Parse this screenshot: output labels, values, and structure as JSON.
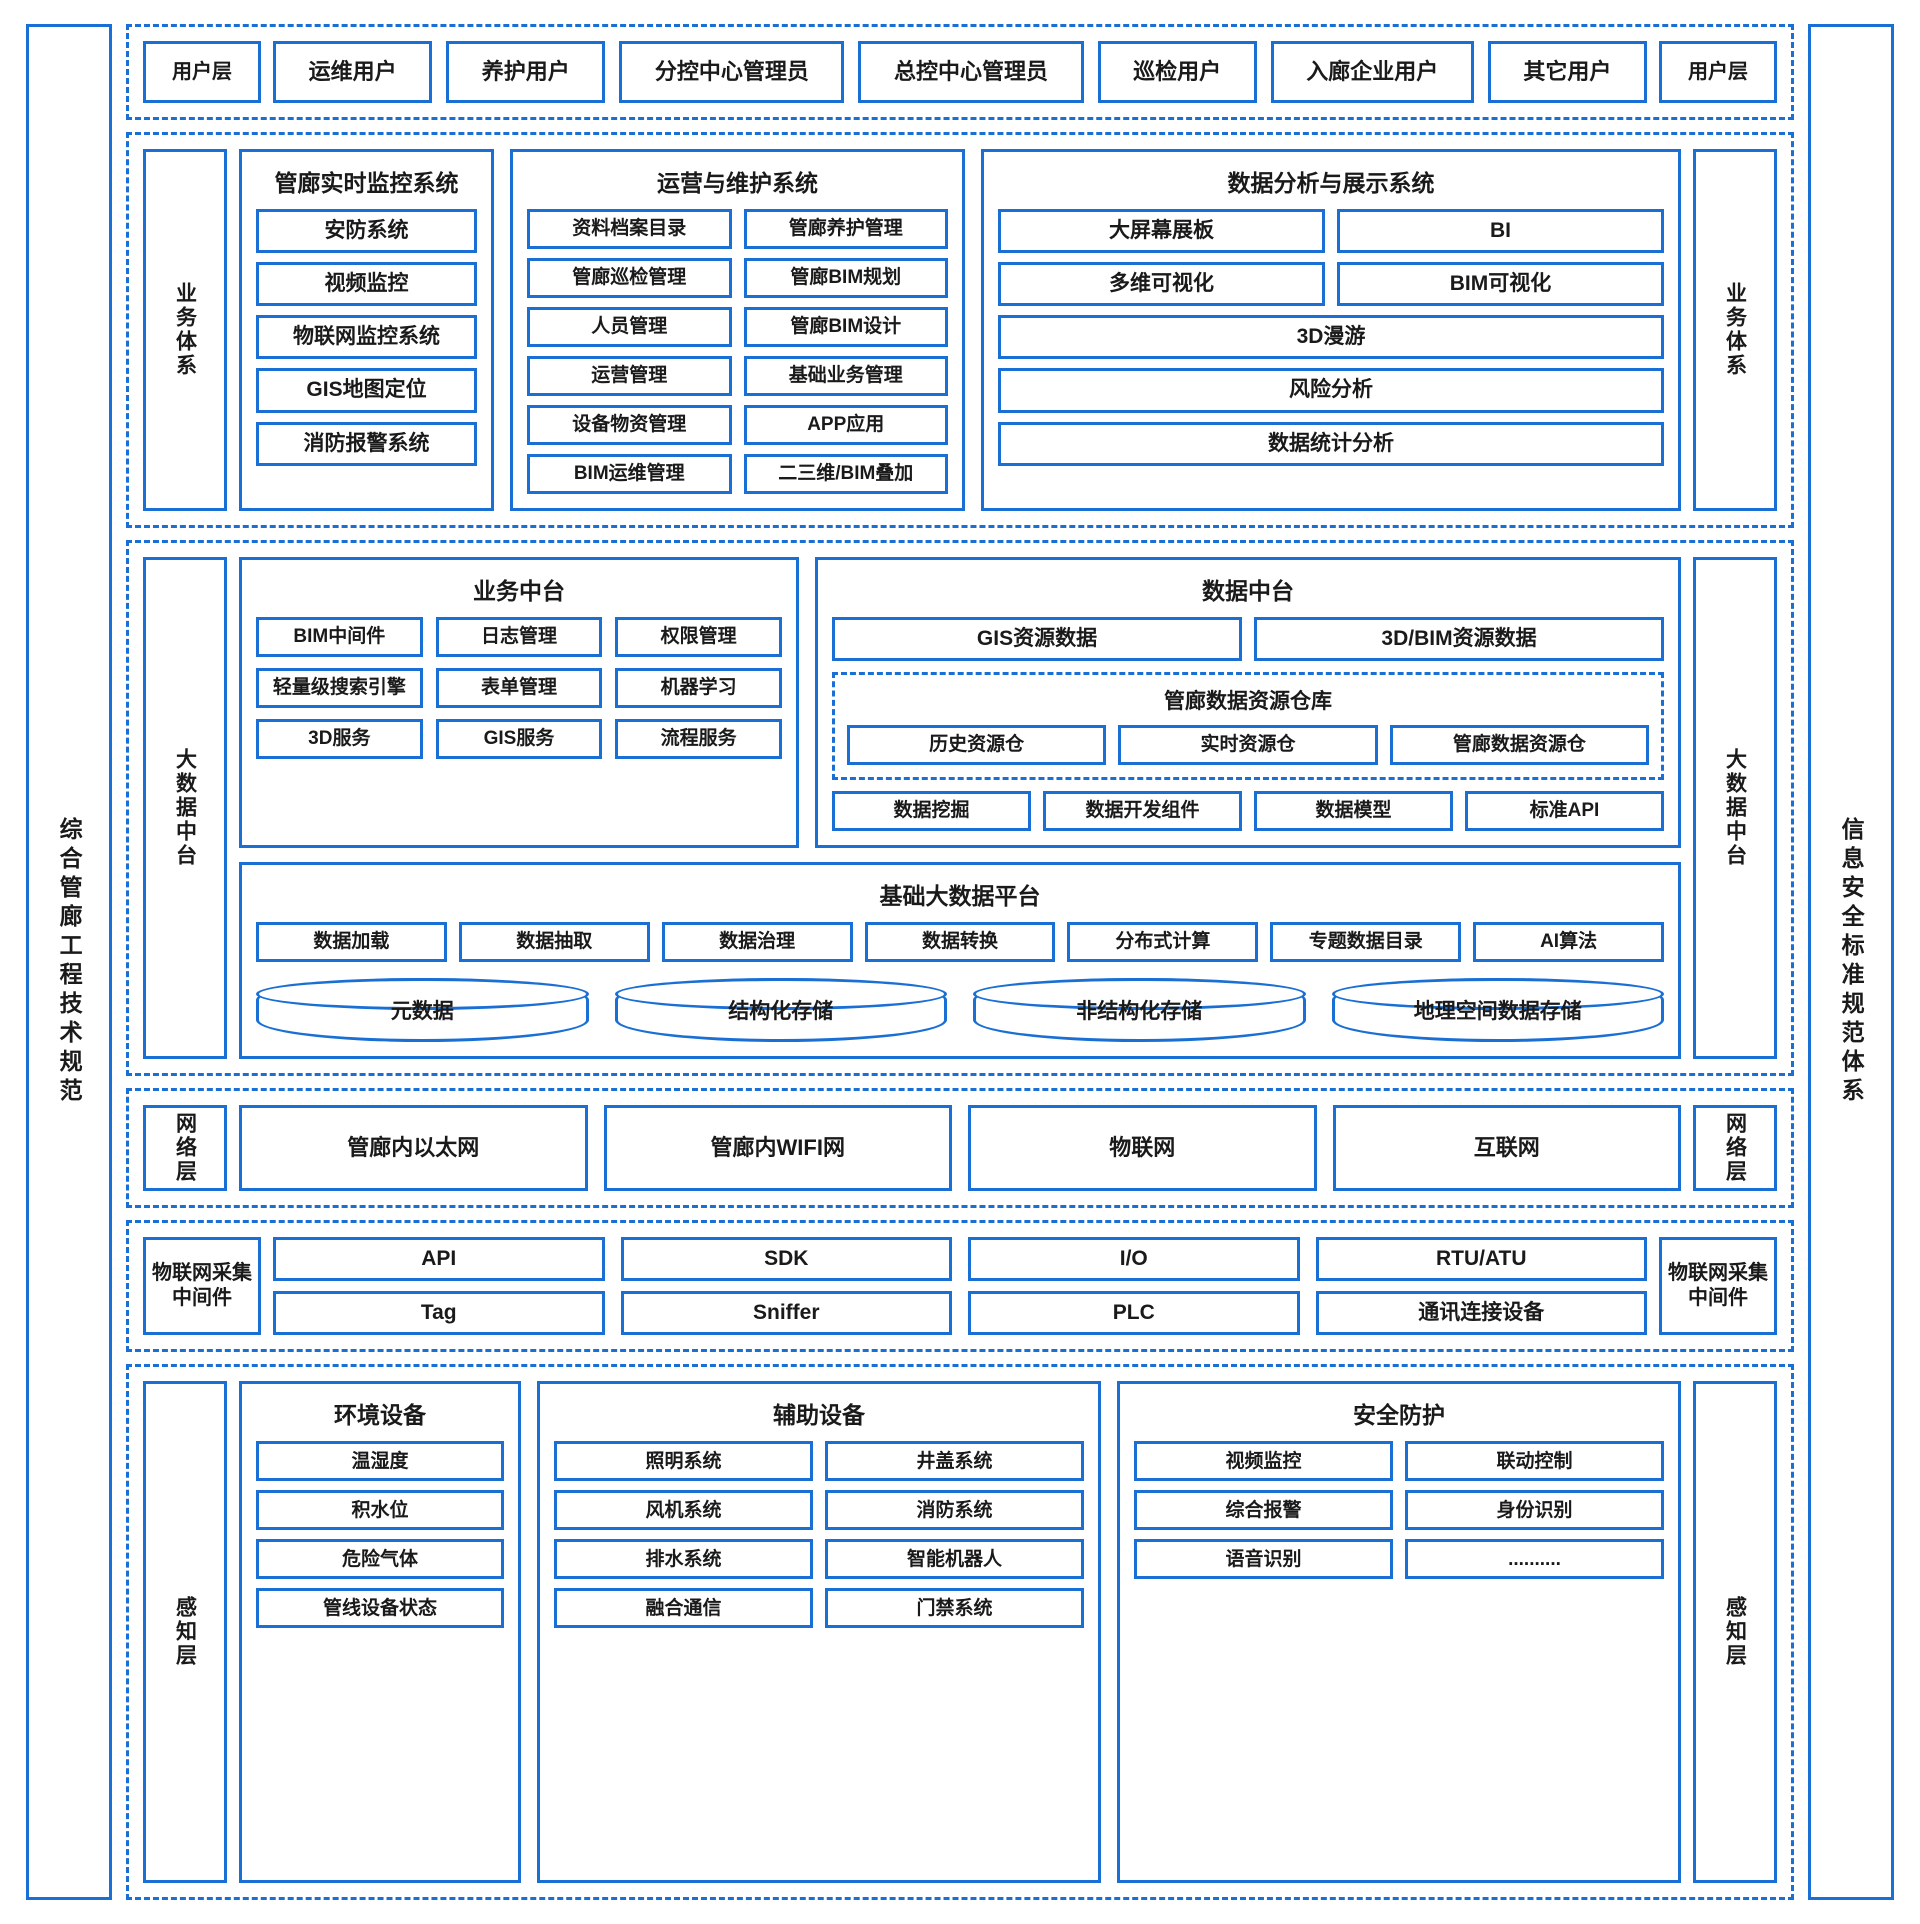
{
  "left_rail": {
    "label": "综合管廊工程技术规范"
  },
  "right_rail": {
    "label": "信息安全标准规范体系"
  },
  "user_layer": {
    "cap_left": "用户层",
    "cap_right": "用户层",
    "items": [
      "运维用户",
      "养护用户",
      "分控中心管理员",
      "总控中心管理员",
      "巡检用户",
      "入廊企业用户",
      "其它用户"
    ]
  },
  "business_layer": {
    "cap_left": "业务体系",
    "cap_right": "业务体系",
    "panels": [
      {
        "title": "管廊实时监控系统",
        "items": [
          "安防系统",
          "视频监控",
          "物联网监控系统",
          "GIS地图定位",
          "消防报警系统"
        ]
      },
      {
        "title": "运营与维护系统",
        "items": [
          "资料档案目录",
          "管廊养护管理",
          "管廊巡检管理",
          "管廊BIM规划",
          "人员管理",
          "管廊BIM设计",
          "运营管理",
          "基础业务管理",
          "设备物资管理",
          "APP应用",
          "BIM运维管理",
          "二三维/BIM叠加"
        ]
      },
      {
        "title": "数据分析与展示系统",
        "row1": [
          "大屏幕展板",
          "BI"
        ],
        "row2": [
          "多维可视化",
          "BIM可视化"
        ],
        "wide": [
          "3D漫游",
          "风险分析",
          "数据统计分析"
        ]
      }
    ]
  },
  "platform_layer": {
    "cap_left": "大数据中台",
    "cap_right": "大数据中台",
    "business_mid": {
      "title": "业务中台",
      "items": [
        "BIM中间件",
        "日志管理",
        "权限管理",
        "轻量级搜索引擎",
        "表单管理",
        "机器学习",
        "3D服务",
        "GIS服务",
        "流程服务"
      ]
    },
    "data_mid": {
      "title": "数据中台",
      "top_items": [
        "GIS资源数据",
        "3D/BIM资源数据"
      ],
      "warehouse": {
        "title": "管廊数据资源仓库",
        "items": [
          "历史资源仓",
          "实时资源仓",
          "管廊数据资源仓"
        ]
      },
      "bottom_items": [
        "数据挖掘",
        "数据开发组件",
        "数据模型",
        "标准API"
      ]
    },
    "big_data_platform": {
      "title": "基础大数据平台",
      "items": [
        "数据加载",
        "数据抽取",
        "数据治理",
        "数据转换",
        "分布式计算",
        "专题数据目录",
        "AI算法"
      ],
      "storage": [
        "元数据",
        "结构化存储",
        "非结构化存储",
        "地理空间数据存储"
      ]
    }
  },
  "network_layer": {
    "cap_left": "网络层",
    "cap_right": "网络层",
    "items": [
      "管廊内以太网",
      "管廊内WIFI网",
      "物联网",
      "互联网"
    ]
  },
  "iot_layer": {
    "cap_left": "物联网采集中间件",
    "cap_right": "物联网采集中间件",
    "items": [
      "API",
      "SDK",
      "I/O",
      "RTU/ATU",
      "Tag",
      "Sniffer",
      "PLC",
      "通讯连接设备"
    ]
  },
  "perception_layer": {
    "cap_left": "感知层",
    "cap_right": "感知层",
    "panels": [
      {
        "title": "环境设备",
        "items": [
          "温湿度",
          "积水位",
          "危险气体",
          "管线设备状态"
        ]
      },
      {
        "title": "辅助设备",
        "items": [
          "照明系统",
          "井盖系统",
          "风机系统",
          "消防系统",
          "排水系统",
          "智能机器人",
          "融合通信",
          "门禁系统"
        ]
      },
      {
        "title": "安全防护",
        "items": [
          "视频监控",
          "联动控制",
          "综合报警",
          "身份识别",
          "语音识别",
          ".........."
        ]
      }
    ]
  },
  "colors": {
    "accent": "#1a6fd4",
    "text": "#1a1a1a",
    "background": "#ffffff"
  }
}
